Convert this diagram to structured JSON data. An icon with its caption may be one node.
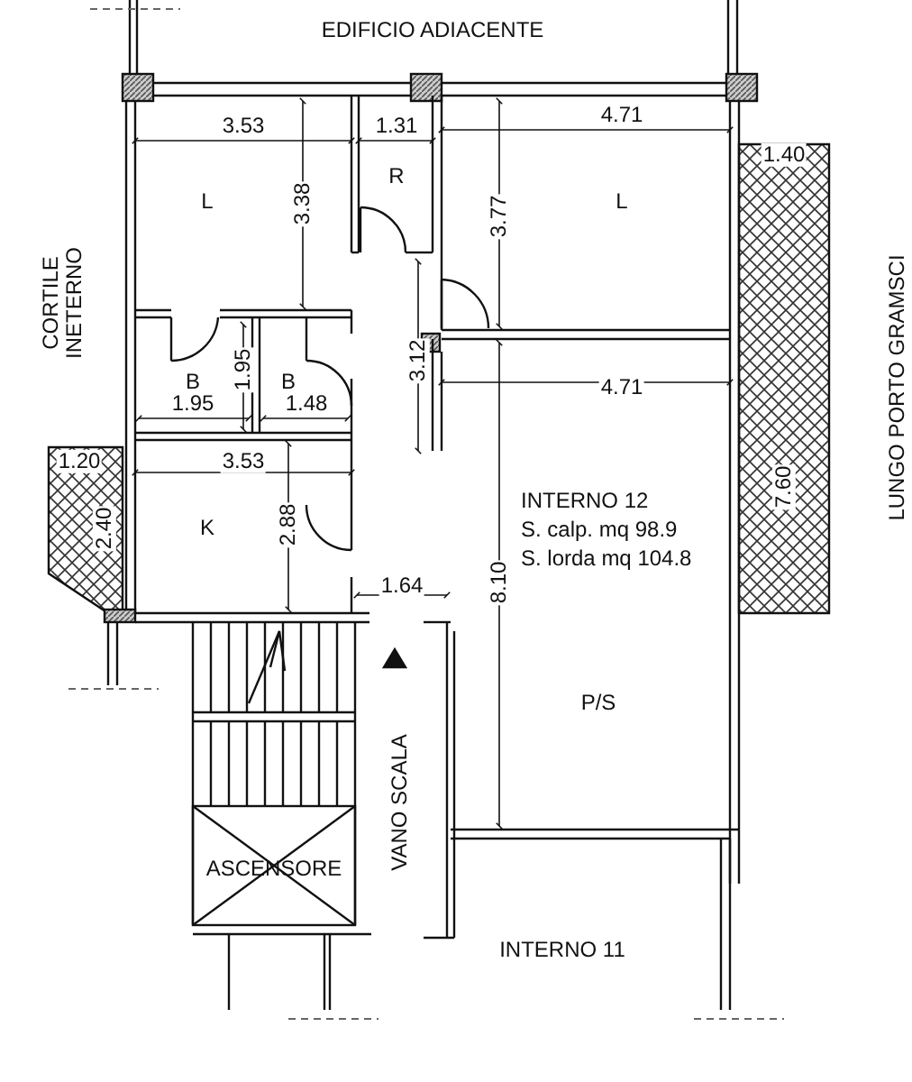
{
  "diagram": {
    "labels": [
      "EDIFICIO ADIACENTE",
      "3.53",
      "1.31",
      "4.71",
      "1.40",
      "R",
      "L",
      "3.38",
      "3.77",
      "L",
      "CORTILE INETERNO",
      "LUNGO PORTO GRAMSCI",
      "3.12",
      "B",
      "1.95",
      "B",
      "1.95",
      "1.48",
      "4.71",
      "7.60",
      "1.20",
      "3.53",
      "INTERNO 12",
      "S. calp. mq 98.9",
      "S. lorda mq 104.8",
      "2.40",
      "K",
      "2.88",
      "1.64",
      "8.10",
      "P/S",
      "VANO SCALA",
      "ASCENSORE",
      "INTERNO 11"
    ]
  }
}
